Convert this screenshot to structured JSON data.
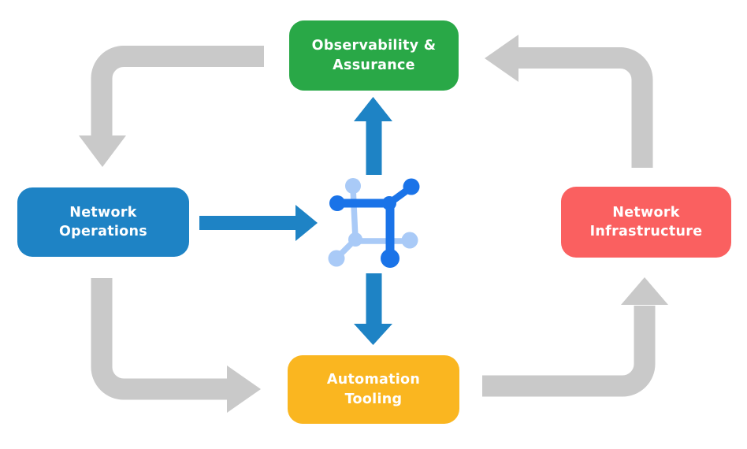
{
  "diagram": {
    "type": "cycle-flow-diagram",
    "background_color": "#ffffff",
    "nodes": [
      {
        "id": "observability-assurance",
        "line1": "Observability &",
        "line2": "Assurance",
        "color": "#29A847",
        "position": "top"
      },
      {
        "id": "network-operations",
        "line1": "Network",
        "line2": "Operations",
        "color": "#1E83C5",
        "position": "left"
      },
      {
        "id": "network-infrastructure",
        "line1": "Network",
        "line2": "Infrastructure",
        "color": "#FA6060",
        "position": "right"
      },
      {
        "id": "automation-tooling",
        "line1": "Automation",
        "line2": "Tooling",
        "color": "#FAB620",
        "position": "bottom"
      }
    ],
    "center_icon": {
      "name": "network-automation-icon",
      "dark_blue": "#1A73E8",
      "light_blue": "#A9CAF7"
    },
    "arrows": {
      "gray_color": "#C9C9C9",
      "blue_color": "#1E83C5",
      "gray_flows": [
        {
          "from": "observability-assurance",
          "to": "network-operations",
          "shape": "left-down elbow"
        },
        {
          "from": "network-operations",
          "to": "automation-tooling",
          "shape": "down-right elbow"
        },
        {
          "from": "automation-tooling",
          "to": "network-infrastructure",
          "shape": "right-up elbow"
        },
        {
          "from": "network-infrastructure",
          "to": "observability-assurance",
          "shape": "up-left elbow"
        }
      ],
      "blue_flows": [
        {
          "from": "network-operations",
          "to": "center-icon",
          "direction": "right"
        },
        {
          "from": "center-icon",
          "to": "observability-assurance",
          "direction": "up"
        },
        {
          "from": "center-icon",
          "to": "automation-tooling",
          "direction": "down"
        }
      ]
    }
  }
}
